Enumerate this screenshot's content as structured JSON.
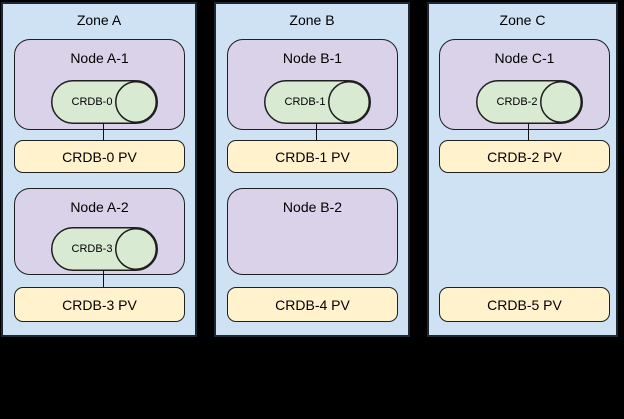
{
  "canvas": {
    "background": "#000000"
  },
  "palette": {
    "zone_fill": "#cfe2f3",
    "zone_border": "#1b2733",
    "node_fill": "#d9d2e9",
    "node_border": "#1f1f1f",
    "pod_fill": "#d9ead3",
    "pod_border": "#1f1f1f",
    "pv_fill": "#fff2cc",
    "pv_border": "#1f1f1f",
    "connector": "#111111",
    "text": "#000000"
  },
  "zones": [
    {
      "title": "Zone A",
      "nodes": [
        {
          "label": "Node A-1",
          "pod": "CRDB-0",
          "pv": "CRDB-0 PV",
          "connected": true
        },
        {
          "label": "Node A-2",
          "pod": "CRDB-3",
          "pv": "CRDB-3 PV",
          "connected": true
        }
      ]
    },
    {
      "title": "Zone B",
      "nodes": [
        {
          "label": "Node B-1",
          "pod": "CRDB-1",
          "pv": "CRDB-1 PV",
          "connected": true
        },
        {
          "label": "Node B-2",
          "pod": null,
          "pv": "CRDB-4 PV",
          "connected": false
        }
      ]
    },
    {
      "title": "Zone C",
      "nodes": [
        {
          "label": "Node C-1",
          "pod": "CRDB-2",
          "pv": "CRDB-2 PV",
          "connected": true
        },
        {
          "label": null,
          "pod": null,
          "pv": "CRDB-5 PV",
          "connected": false
        }
      ]
    }
  ]
}
